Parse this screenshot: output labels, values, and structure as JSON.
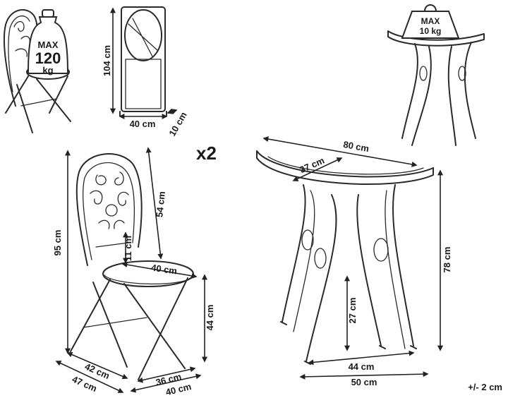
{
  "chair_load": {
    "max_label": "MAX",
    "value": "120",
    "unit": "kg"
  },
  "table_load": {
    "max_label": "MAX",
    "value": "10 kg"
  },
  "quantity": "x2",
  "tolerance": "+/- 2 cm",
  "folded_chair": {
    "height": "104 cm",
    "width": "40 cm",
    "depth": "10 cm"
  },
  "chair": {
    "height": "95 cm",
    "back_height": "54 cm",
    "back_gap": "11 cm",
    "seat_diameter": "40 cm",
    "seat_height": "44 cm",
    "seat_depth": "42 cm",
    "total_depth": "47 cm",
    "base_width": "36 cm",
    "total_width": "40 cm"
  },
  "table": {
    "width": "80 cm",
    "depth": "37 cm",
    "height": "78 cm",
    "leg_gap_height": "27 cm",
    "base_inner": "44 cm",
    "base_outer": "50 cm"
  }
}
